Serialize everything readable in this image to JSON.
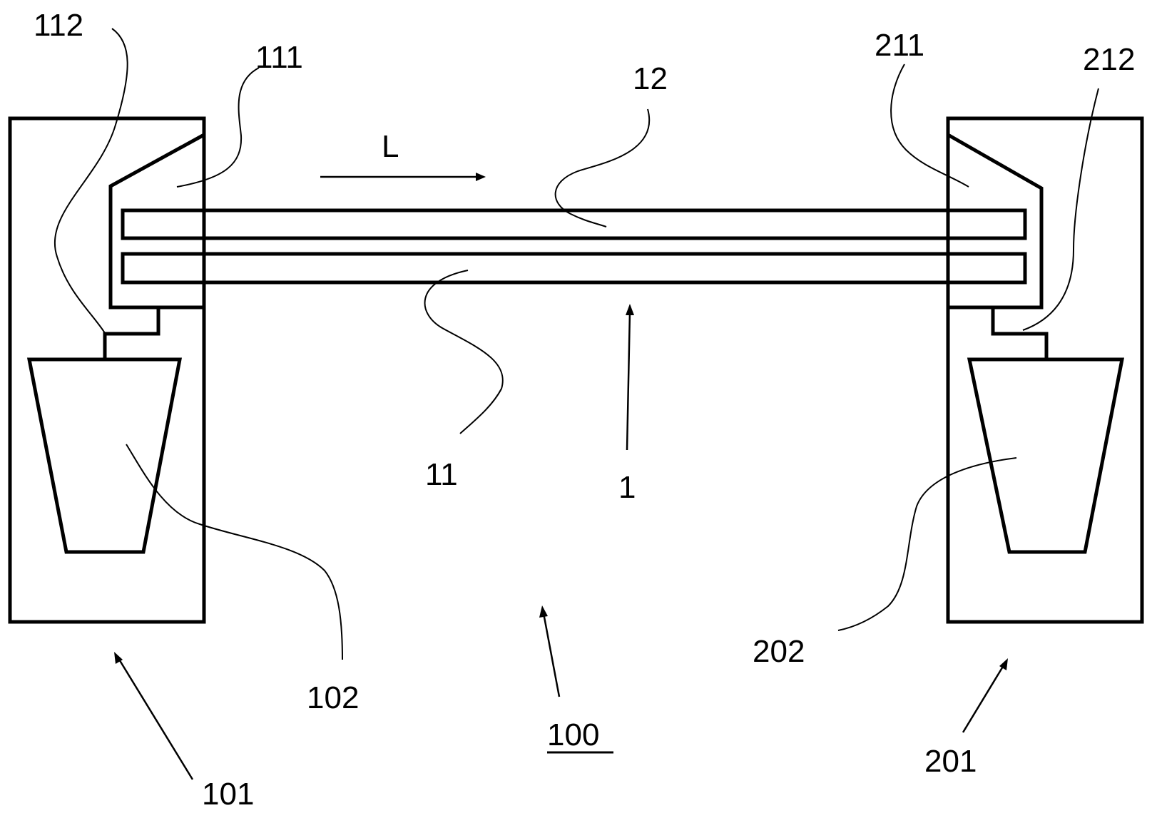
{
  "labels": {
    "ref_112": "112",
    "ref_111": "111",
    "ref_12": "12",
    "ref_211": "211",
    "ref_212": "212",
    "direction": "L",
    "ref_11": "11",
    "ref_1": "1",
    "ref_102": "102",
    "ref_202": "202",
    "ref_100": "100",
    "ref_101": "101",
    "ref_201": "201"
  },
  "colors": {
    "line": "#000000",
    "background": "#ffffff"
  }
}
